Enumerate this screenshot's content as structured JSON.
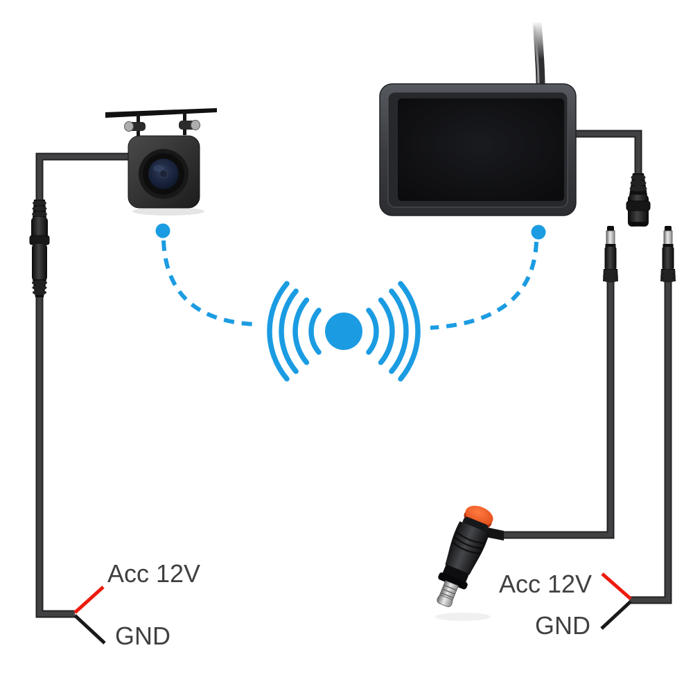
{
  "diagram": {
    "type": "wireless-backup-camera-kit-wiring-diagram",
    "components": {
      "camera": "rear-view-camera-with-bracket",
      "monitor": "dashboard-monitor-with-antenna",
      "wireless_signal": "wifi-signal-icon",
      "camera_cable_connector": "inline-barrel-connector",
      "monitor_power_connector": "female-dc-connector",
      "dc_plug_left": "male-dc-plug",
      "dc_plug_right": "male-dc-plug",
      "power_plug": "cigarette-lighter-plug-with-switch"
    }
  },
  "labels": {
    "camera_power": {
      "acc": "Acc 12V",
      "gnd": "GND"
    },
    "monitor_power": {
      "acc": "Acc 12V",
      "gnd": "GND"
    }
  },
  "colors": {
    "accent": "#1b9ce2",
    "positive_wire": "#ec1b0d",
    "ground_wire": "#1a1a1a",
    "label_text": "#404040",
    "background": "#ffffff",
    "plug_button": "#e04818",
    "cable": "#3a3a3c"
  }
}
